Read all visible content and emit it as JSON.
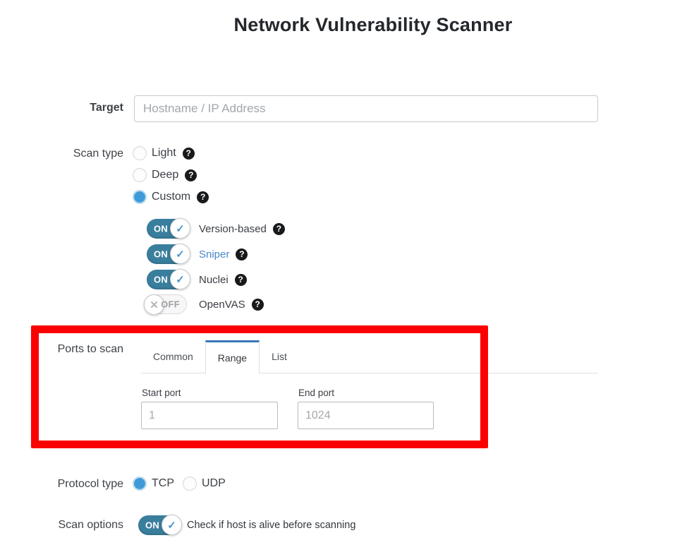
{
  "page": {
    "title": "Network Vulnerability Scanner"
  },
  "icons": {
    "help": "?",
    "check": "✓",
    "cross": "✕"
  },
  "target": {
    "label": "Target",
    "value": "",
    "placeholder": "Hostname / IP Address"
  },
  "scan_type": {
    "label": "Scan type",
    "options": [
      {
        "label": "Light",
        "selected": false
      },
      {
        "label": "Deep",
        "selected": false
      },
      {
        "label": "Custom",
        "selected": true
      }
    ],
    "custom_tools": [
      {
        "label": "Version-based",
        "state": "ON"
      },
      {
        "label": "Sniper",
        "state": "ON"
      },
      {
        "label": "Nuclei",
        "state": "ON"
      },
      {
        "label": "OpenVAS",
        "state": "OFF"
      }
    ]
  },
  "ports": {
    "label": "Ports to scan",
    "tabs": [
      {
        "label": "Common",
        "active": false
      },
      {
        "label": "Range",
        "active": true
      },
      {
        "label": "List",
        "active": false
      }
    ],
    "start_port": {
      "label": "Start port",
      "value": "",
      "placeholder": "1"
    },
    "end_port": {
      "label": "End port",
      "value": "",
      "placeholder": "1024"
    }
  },
  "protocol": {
    "label": "Protocol type",
    "options": [
      {
        "label": "TCP",
        "selected": true
      },
      {
        "label": "UDP",
        "selected": false
      }
    ]
  },
  "scan_options": {
    "label": "Scan options",
    "toggle": {
      "state": "ON",
      "label": "Check if host is alive before scanning"
    }
  },
  "annotation": {
    "shape": "rectangle",
    "purpose": "highlights Ports to scan section",
    "color": "#fb0202"
  },
  "colors": {
    "accent_radio_blue": "#3f9bd8",
    "toggle_on": "#3a7e9d",
    "tab_active_border": "#3878b4",
    "link_blue": "#4a89c8",
    "annotation_red": "#fb0202",
    "help_icon_bg": "#17191b"
  }
}
